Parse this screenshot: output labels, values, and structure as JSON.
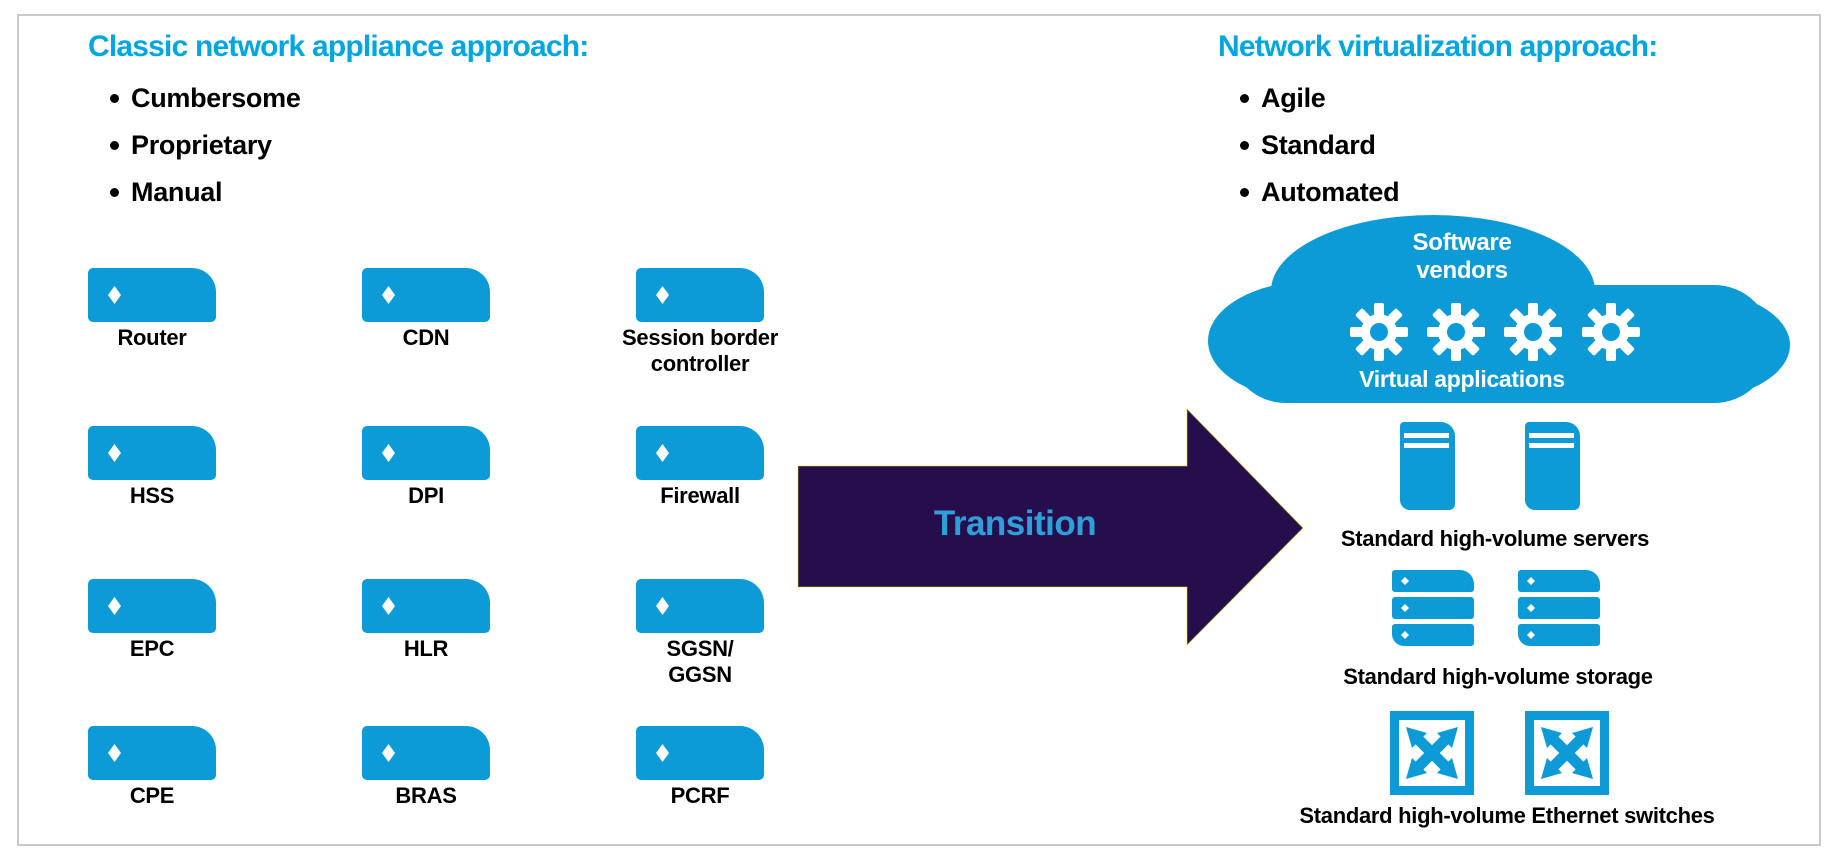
{
  "colors": {
    "icon_blue": "#0d9bd8",
    "heading_blue": "#00a6e2",
    "arrow_purple": "#250e4b",
    "transition_text_blue": "#2f9fd9",
    "frame_gray": "#c9c9c9",
    "bullet_black": "#000000",
    "cloud_text_white": "#ffffff"
  },
  "left": {
    "heading": "Classic network appliance approach:",
    "bullets": [
      "Cumbersome",
      "Proprietary",
      "Manual"
    ],
    "appliances": [
      "Router",
      "CDN",
      "Session border\ncontroller",
      "HSS",
      "DPI",
      "Firewall",
      "EPC",
      "HLR",
      "SGSN/\nGGSN",
      "CPE",
      "BRAS",
      "PCRF"
    ]
  },
  "transition": {
    "label": "Transition"
  },
  "right": {
    "heading": "Network virtualization approach:",
    "bullets": [
      "Agile",
      "Standard",
      "Automated"
    ],
    "cloud": {
      "top_label": "Software\nvendors",
      "bottom_label": "Virtual applications",
      "gear_count": 4
    },
    "hardware_rows": [
      {
        "label": "Standard high-volume servers"
      },
      {
        "label": "Standard high-volume storage"
      },
      {
        "label": "Standard high-volume Ethernet switches"
      }
    ]
  }
}
